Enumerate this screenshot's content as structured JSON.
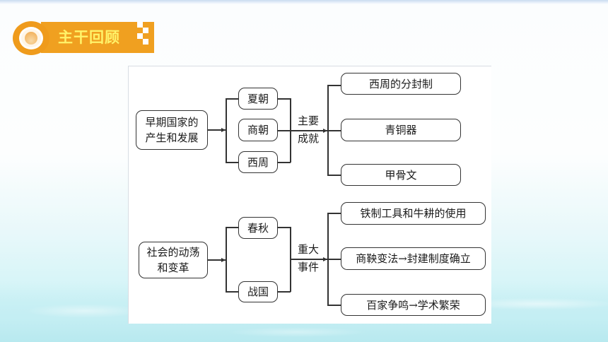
{
  "header": {
    "title": "主干回顾",
    "badge_color": "#f0a020",
    "title_color": "#fff36a"
  },
  "diagram": {
    "section1": {
      "root": "早期国家的\n产生和发展",
      "root_line1": "早期国家的",
      "root_line2": "产生和发展",
      "dynasties": [
        "夏朝",
        "商朝",
        "西周"
      ],
      "connector_label_line1": "主要",
      "connector_label_line2": "成就",
      "achievements": [
        "西周的分封制",
        "青铜器",
        "甲骨文"
      ]
    },
    "section2": {
      "root_line1": "社会的动荡",
      "root_line2": "和变革",
      "periods": [
        "春秋",
        "战国"
      ],
      "connector_label_line1": "重大",
      "connector_label_line2": "事件",
      "events": [
        "铁制工具和牛耕的使用",
        "商鞅变法→封建制度确立",
        "百家争鸣→学术繁荣"
      ]
    }
  }
}
